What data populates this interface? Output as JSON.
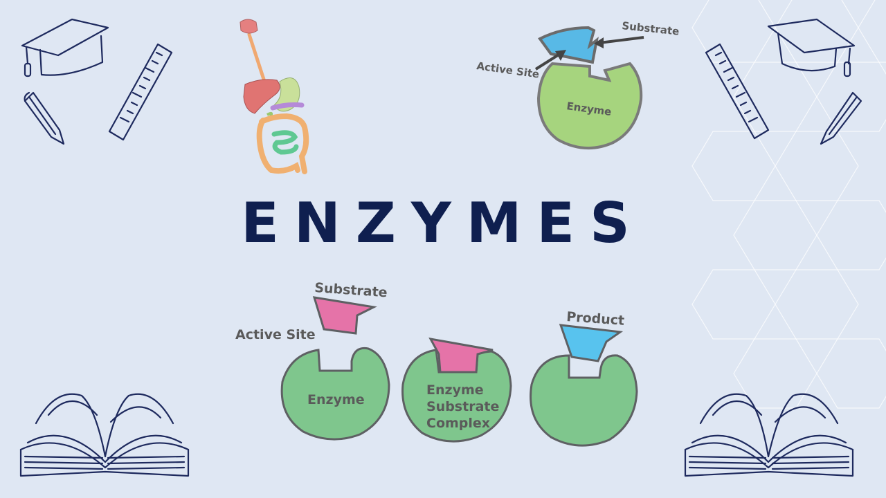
{
  "title": "ENZYMES",
  "top_diagram": {
    "substrate_label": "Substrate",
    "active_site_label": "Active Site",
    "enzyme_label": "Enzyme"
  },
  "bottom_diagram": {
    "substrate_label": "Substrate",
    "active_site_label": "Active Site",
    "enzyme_label": "Enzyme",
    "complex_label_lines": [
      "Enzyme",
      "Substrate",
      "Complex"
    ],
    "product_label": "Product"
  },
  "colors": {
    "background": "#dfe7f3",
    "title": "#0f1f4f",
    "enzyme_green": "#7fc68d",
    "enzyme_green_top": "#a6d47e",
    "substrate_pink": "#e573a8",
    "product_blue": "#58c3ee",
    "outline_gray": "#5e6063",
    "doodle_navy": "#1e2a5e"
  },
  "icons": [
    "graduation-cap-icon",
    "ruler-icon",
    "pencil-icon",
    "open-book-icon",
    "digestive-system-icon"
  ]
}
